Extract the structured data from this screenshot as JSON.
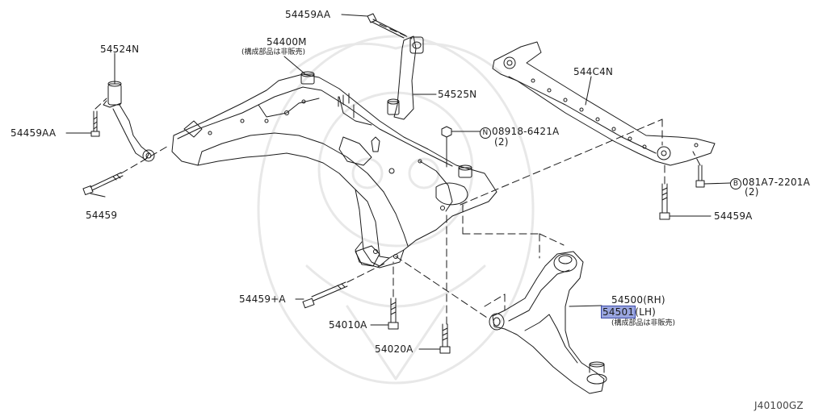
{
  "diagram": {
    "drawing_code": "J40100GZ",
    "highlight_color": "#9aa6e0",
    "callouts": [
      {
        "id": "54459AA_top",
        "text": "54459AA"
      },
      {
        "id": "54400M",
        "text": "54400M",
        "note": "(構成部品は非販売)"
      },
      {
        "id": "54524N",
        "text": "54524N"
      },
      {
        "id": "54525N",
        "text": "54525N"
      },
      {
        "id": "54459AA_left",
        "text": "54459AA"
      },
      {
        "id": "54459",
        "text": "54459"
      },
      {
        "id": "08918",
        "prefix": "N",
        "text": "08918-6421A",
        "qty": "(2)"
      },
      {
        "id": "544C4N",
        "text": "544C4N"
      },
      {
        "id": "081A7",
        "prefix": "B",
        "text": "081A7-2201A",
        "qty": "(2)"
      },
      {
        "id": "54459A",
        "text": "54459A"
      },
      {
        "id": "54459PA",
        "text": "54459+A"
      },
      {
        "id": "54010A",
        "text": "54010A"
      },
      {
        "id": "54020A",
        "text": "54020A"
      },
      {
        "id": "54500",
        "text": "54500",
        "side": "(RH)"
      },
      {
        "id": "54501",
        "text": "54501",
        "side": "(LH)",
        "note": "(構成部品は非販売)",
        "highlighted": true
      }
    ]
  }
}
